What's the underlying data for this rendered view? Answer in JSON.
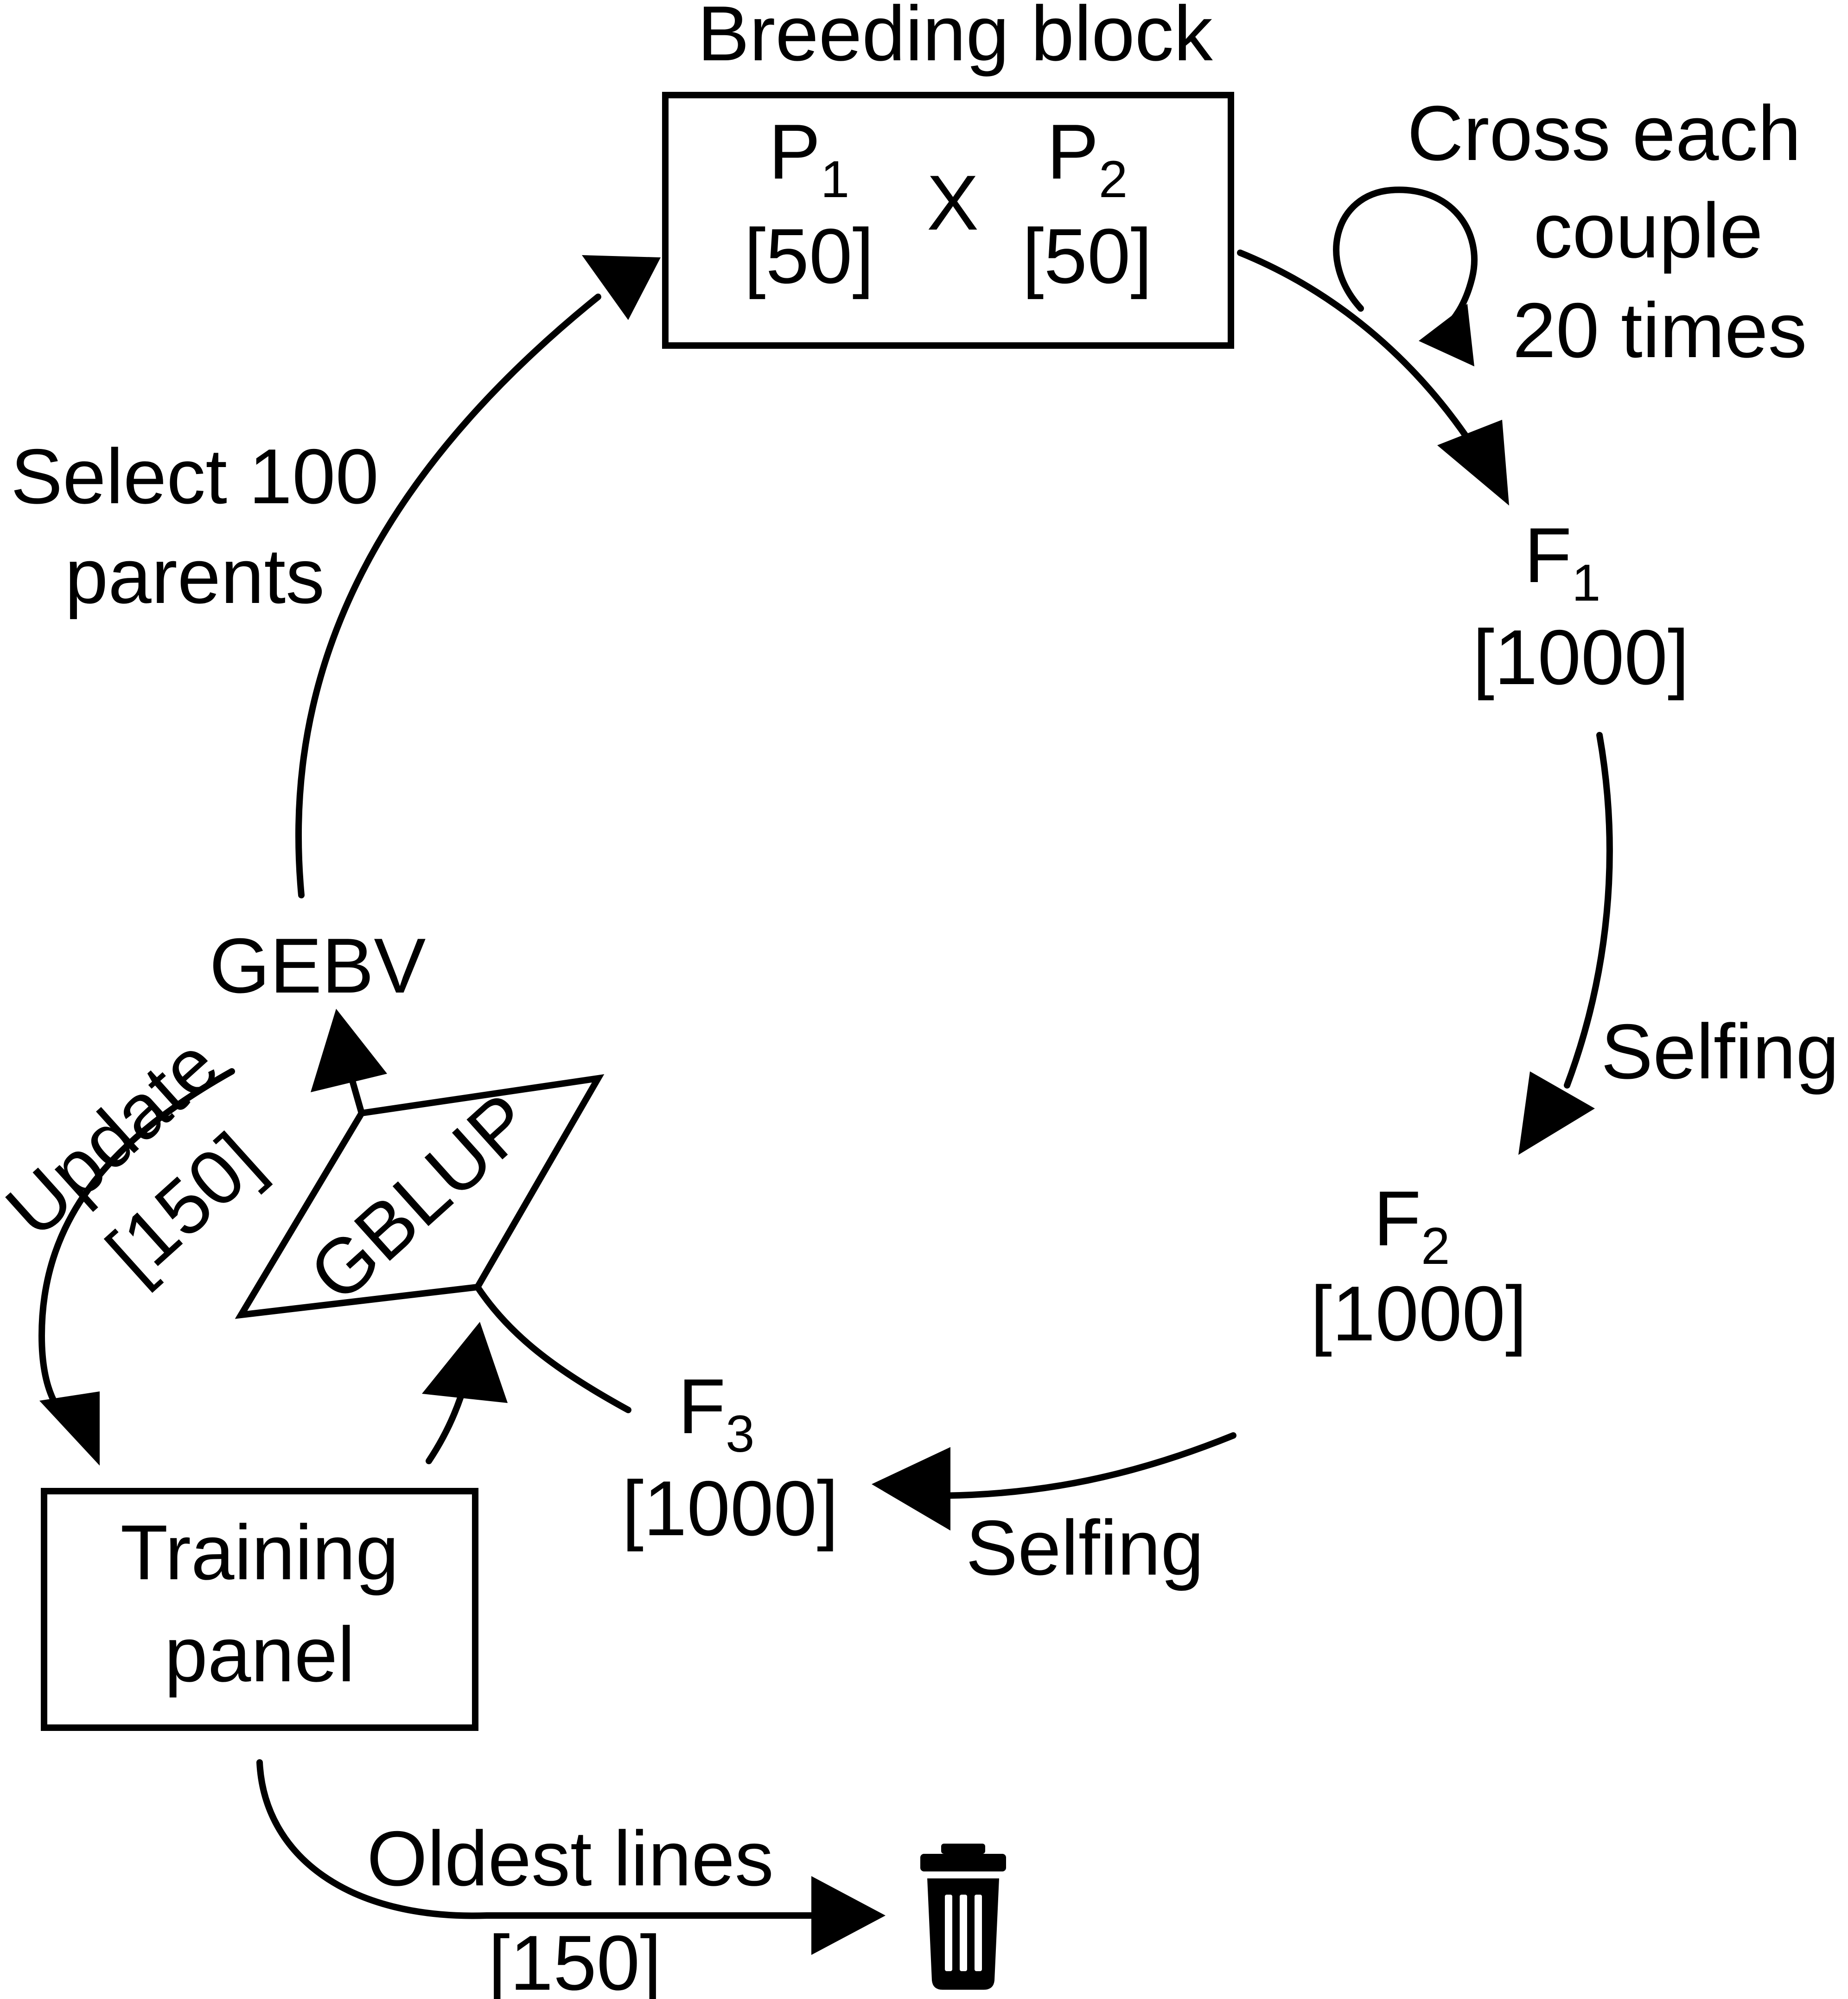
{
  "colors": {
    "ink": "#000000",
    "background": "#ffffff"
  },
  "breeding_block": {
    "title": "Breeding block",
    "parent1": {
      "label": "P",
      "subscript": "1",
      "count": "[50]"
    },
    "cross_symbol": "X",
    "parent2": {
      "label": "P",
      "subscript": "2",
      "count": "[50]"
    }
  },
  "cross_note": {
    "line1": "Cross each",
    "line2": "couple",
    "line3": "20 times"
  },
  "f1": {
    "label": "F",
    "subscript": "1",
    "count": "[1000]"
  },
  "selfing_1": "Selfing",
  "f2": {
    "label": "F",
    "subscript": "2",
    "count": "[1000]"
  },
  "selfing_2": "Selfing",
  "f3": {
    "label": "F",
    "subscript": "3",
    "count": "[1000]"
  },
  "gblup": "GBLUP",
  "gebv": "GEBV",
  "select_parents": {
    "line1": "Select 100",
    "line2": "parents"
  },
  "update": {
    "line1": "Update",
    "line2": "[150]"
  },
  "training_panel": {
    "line1": "Training",
    "line2": "panel"
  },
  "oldest_lines": {
    "line1": "Oldest lines",
    "line2": "[150]"
  },
  "icons": {
    "trash": "trash-icon"
  }
}
